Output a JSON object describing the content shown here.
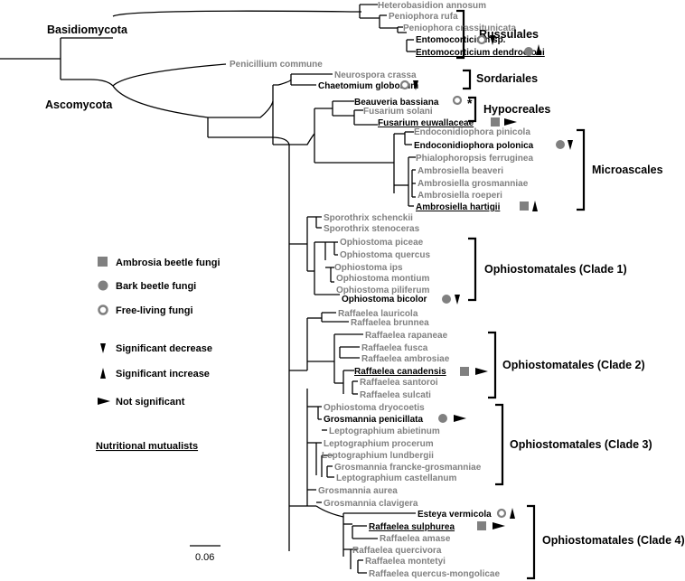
{
  "title": "",
  "top_labels": {
    "basidio": "Basidiomycota",
    "asco": "Ascomycota"
  },
  "taxa": [
    "Heterobasidion annosum",
    "Peniophora rufa",
    "Peniophora crassitunicata",
    "Entomocorticium sp.",
    "Entomocorticium dendroctoni",
    "Penicillium commune",
    "Neurospora crassa",
    "Chaetomium globosum",
    "Beauveria bassiana",
    "Fusarium solani",
    "Fusarium euwallaceae",
    "Endoconidiophora pinicola",
    "Endoconidiophora polonica",
    "Phialophoropsis ferruginea",
    "Ambrosiella beaveri",
    "Ambrosiella grosmanniae",
    "Ambrosiella roeperi",
    "Ambrosiella hartigii",
    "Sporothrix schenckii",
    "Sporothrix stenoceras",
    "Ophiostoma piceae",
    "Ophiostoma quercus",
    "Ophiostoma ips",
    "Ophiostoma montium",
    "Ophiostoma piliferum",
    "Ophiostoma bicolor",
    "Raffaelea lauricola",
    "Raffaelea brunnea",
    "Raffaelea rapaneae",
    "Raffaelea fusca",
    "Raffaelea ambrosiae",
    "Raffaelea canadensis",
    "Raffaelea santoroi",
    "Raffaelea sulcati",
    "Ophiostoma dryocoetis",
    "Grosmannia penicillata",
    "Leptographium abietinum",
    "Leptographium procerum",
    "Leptographium lundbergii",
    "Grosmannia francke-grosmanniae",
    "Leptographium castellanum",
    "Grosmannia aurea",
    "Grosmannia clavigera",
    "Esteya vermicola",
    "Raffaelea sulphurea",
    "Raffaelea amase",
    "Raffaelea quercivora",
    "Raffaelea montetyi",
    "Raffaelea quercus-mongolicae"
  ],
  "groups": [
    "Russulales",
    "Sordariales",
    "Hypocreales",
    "Microascales",
    "Ophiostomatales (Clade 1)",
    "Ophiostomatales (Clade 2)",
    "Ophiostomatales (Clade 3)",
    "Ophiostomatales (Clade 4)"
  ],
  "legend": {
    "ambrosia": "Ambrosia beetle fungi",
    "bark": "Bark beetle fungi",
    "free": "Free-living fungi",
    "decrease": "Significant decrease",
    "increase": "Significant increase",
    "ns": "Not significant",
    "mutualists": "Nutritional mutualists"
  },
  "scale_label": "0.06",
  "annotation_star": "*",
  "colors": {
    "grey_text": "#808080",
    "marker": "#808080",
    "line": "#000000"
  }
}
